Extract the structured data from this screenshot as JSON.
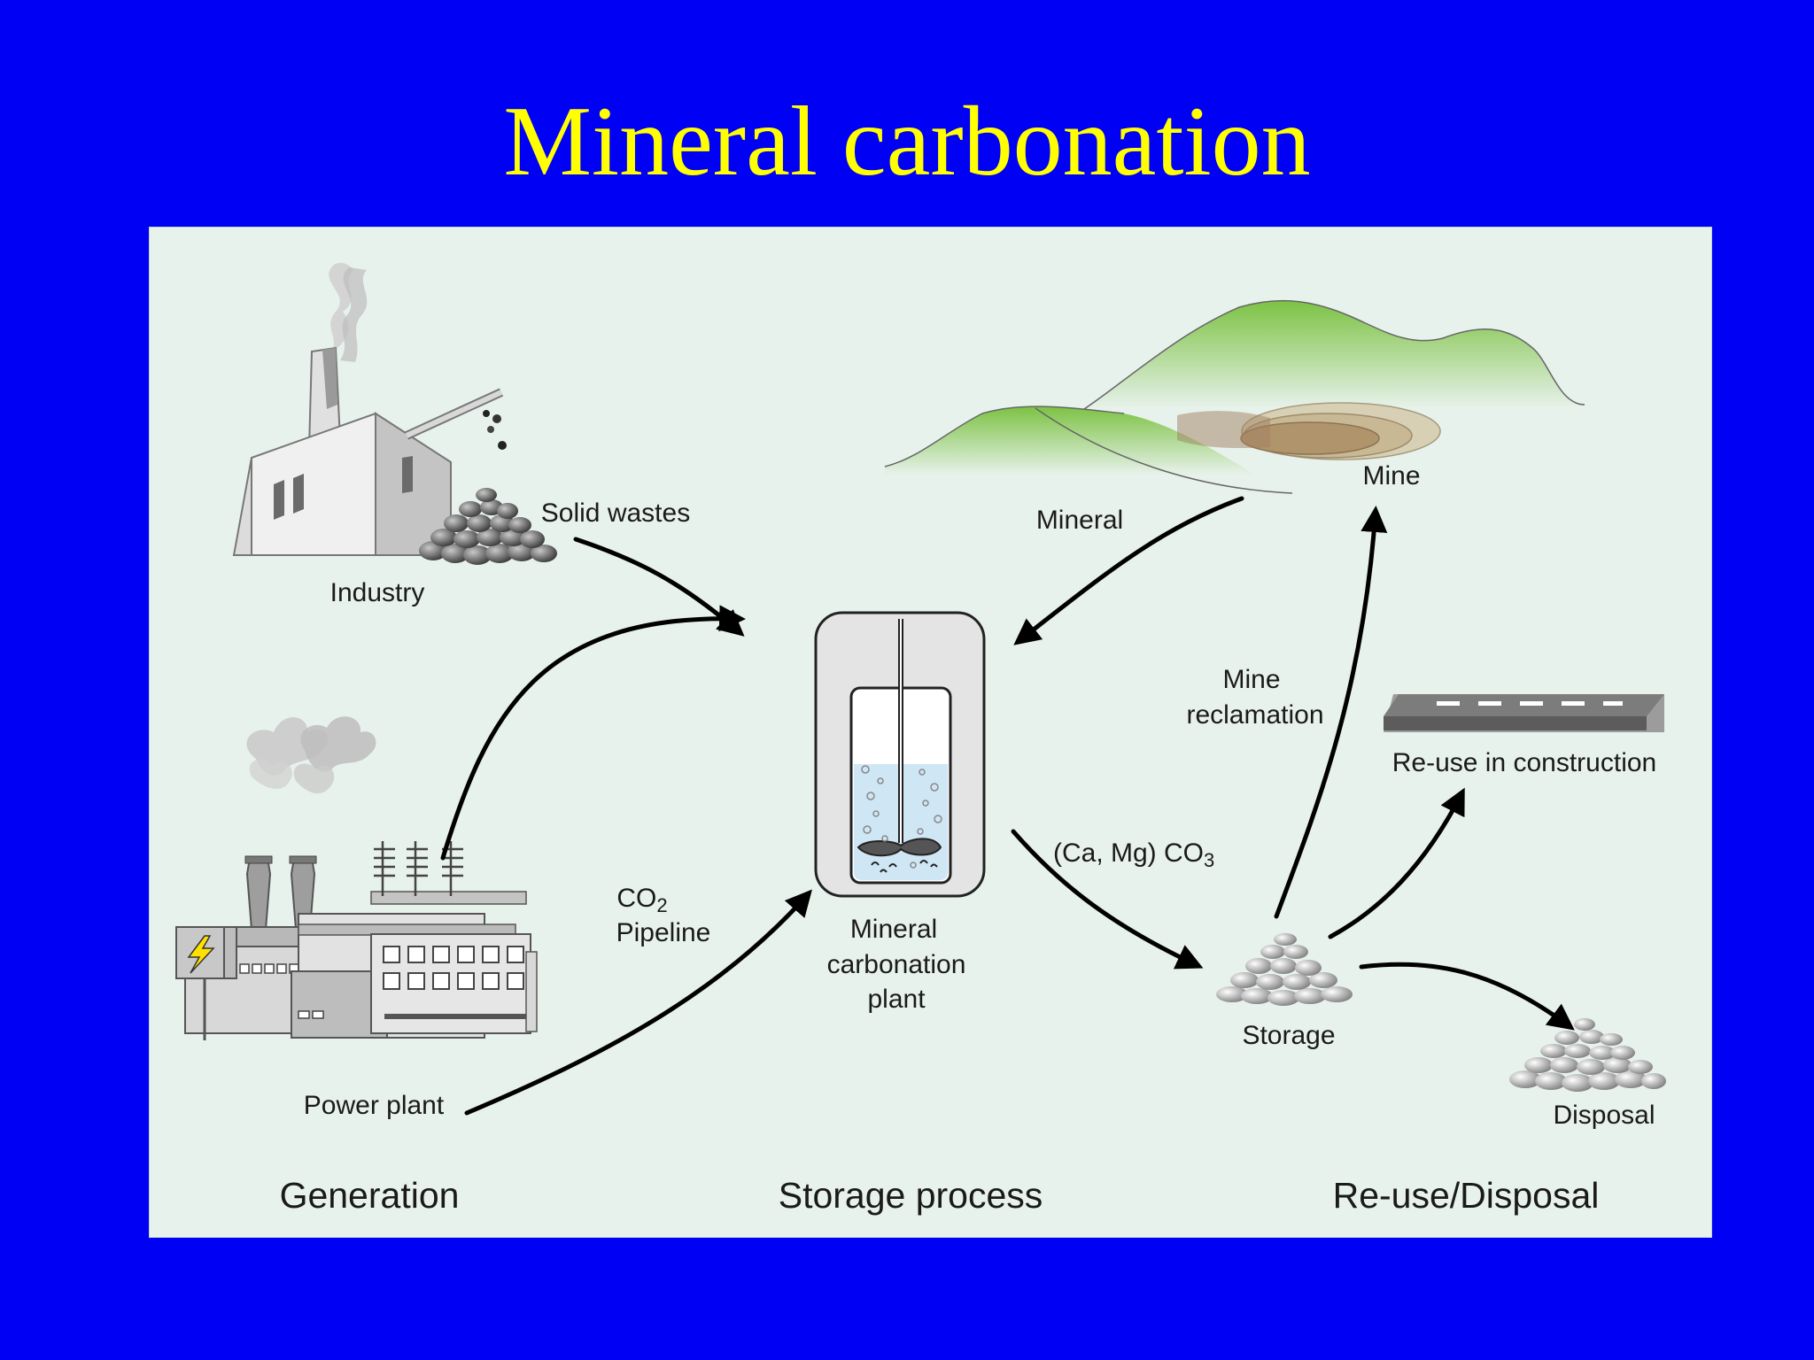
{
  "title": "Mineral carbonation",
  "labels": {
    "industry": "Industry",
    "solid_wastes": "Solid wastes",
    "power_plant": "Power plant",
    "co2_main": "CO",
    "co2_sub": "2",
    "pipeline": "Pipeline",
    "plant_line1": "Mineral",
    "plant_line2": "carbonation",
    "plant_line3": "plant",
    "mineral": "Mineral",
    "mine": "Mine",
    "mine_reclamation_line1": "Mine",
    "mine_reclamation_line2": "reclamation",
    "carbonate_main": "(Ca, Mg) CO",
    "carbonate_sub": "3",
    "reuse_construction": "Re-use in construction",
    "storage": "Storage",
    "disposal": "Disposal"
  },
  "sections": {
    "generation": "Generation",
    "storage_process": "Storage process",
    "reuse_disposal": "Re-use/Disposal"
  },
  "colors": {
    "background": "#0000f5",
    "title": "#ffff00",
    "panel": "#e8f2ec",
    "arrow": "#000000",
    "hill_green": "#7cc243",
    "liquid": "#cfe6f5"
  },
  "icons": [
    "factory-icon",
    "power-plant-icon",
    "lightning-icon",
    "reactor-icon",
    "hills-icon",
    "road-icon",
    "rock-pile-icon"
  ]
}
